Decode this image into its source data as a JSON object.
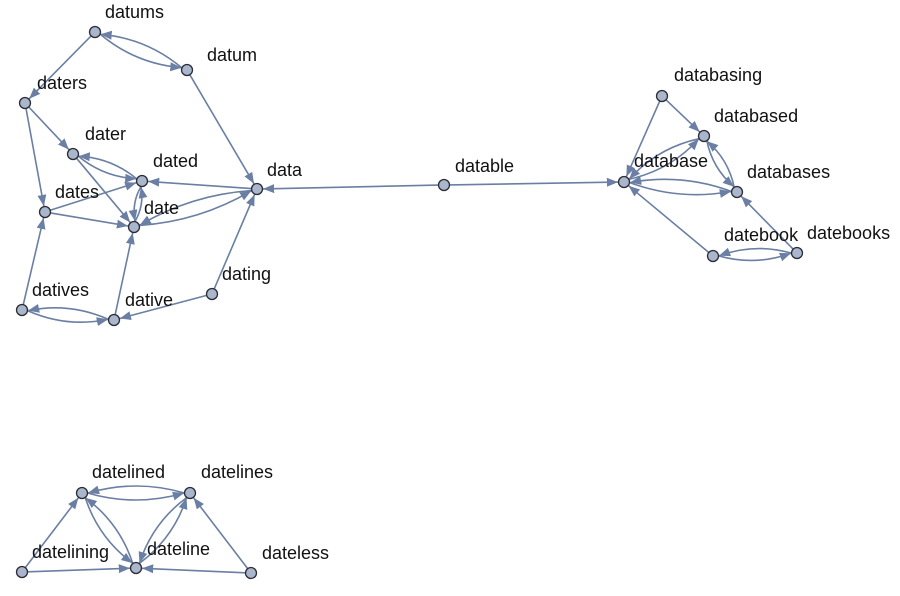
{
  "colors": {
    "edge": "#6a7fa3",
    "node_fill": "#a9b6cc",
    "node_stroke": "#2b2b33",
    "label": "#111111"
  },
  "nodes": [
    {
      "id": "datums",
      "label": "datums"
    },
    {
      "id": "datum",
      "label": "datum"
    },
    {
      "id": "daters",
      "label": "daters"
    },
    {
      "id": "dater",
      "label": "dater"
    },
    {
      "id": "dated",
      "label": "dated"
    },
    {
      "id": "data",
      "label": "data"
    },
    {
      "id": "dates",
      "label": "dates"
    },
    {
      "id": "date",
      "label": "date"
    },
    {
      "id": "dating",
      "label": "dating"
    },
    {
      "id": "datives",
      "label": "datives"
    },
    {
      "id": "dative",
      "label": "dative"
    },
    {
      "id": "datable",
      "label": "datable"
    },
    {
      "id": "databasing",
      "label": "databasing"
    },
    {
      "id": "databased",
      "label": "databased"
    },
    {
      "id": "database",
      "label": "database"
    },
    {
      "id": "databases",
      "label": "databases"
    },
    {
      "id": "datebook",
      "label": "datebook"
    },
    {
      "id": "datebooks",
      "label": "datebooks"
    },
    {
      "id": "datelined",
      "label": "datelined"
    },
    {
      "id": "datelines",
      "label": "datelines"
    },
    {
      "id": "datelining",
      "label": "datelining"
    },
    {
      "id": "dateline",
      "label": "dateline"
    },
    {
      "id": "dateless",
      "label": "dateless"
    }
  ],
  "edges": [
    {
      "from": "datums",
      "to": "datum"
    },
    {
      "from": "datum",
      "to": "datums"
    },
    {
      "from": "datums",
      "to": "daters"
    },
    {
      "from": "datum",
      "to": "data"
    },
    {
      "from": "daters",
      "to": "dater"
    },
    {
      "from": "daters",
      "to": "dates"
    },
    {
      "from": "dater",
      "to": "dated"
    },
    {
      "from": "dated",
      "to": "dater"
    },
    {
      "from": "dater",
      "to": "date"
    },
    {
      "from": "data",
      "to": "dated"
    },
    {
      "from": "date",
      "to": "dated"
    },
    {
      "from": "dated",
      "to": "date"
    },
    {
      "from": "dates",
      "to": "dated"
    },
    {
      "from": "dates",
      "to": "date"
    },
    {
      "from": "data",
      "to": "date"
    },
    {
      "from": "date",
      "to": "data"
    },
    {
      "from": "datives",
      "to": "dates"
    },
    {
      "from": "datives",
      "to": "dative"
    },
    {
      "from": "dative",
      "to": "datives"
    },
    {
      "from": "dative",
      "to": "date"
    },
    {
      "from": "dating",
      "to": "dative"
    },
    {
      "from": "dating",
      "to": "data"
    },
    {
      "from": "datable",
      "to": "data"
    },
    {
      "from": "datable",
      "to": "database"
    },
    {
      "from": "databasing",
      "to": "databased"
    },
    {
      "from": "databasing",
      "to": "database"
    },
    {
      "from": "database",
      "to": "databased"
    },
    {
      "from": "databased",
      "to": "database"
    },
    {
      "from": "databased",
      "to": "databases"
    },
    {
      "from": "databases",
      "to": "databased"
    },
    {
      "from": "database",
      "to": "databases"
    },
    {
      "from": "databases",
      "to": "database"
    },
    {
      "from": "datebook",
      "to": "database"
    },
    {
      "from": "datebook",
      "to": "datebooks"
    },
    {
      "from": "datebooks",
      "to": "datebook"
    },
    {
      "from": "datebooks",
      "to": "databases"
    },
    {
      "from": "datelined",
      "to": "datelines"
    },
    {
      "from": "datelines",
      "to": "datelined"
    },
    {
      "from": "datelining",
      "to": "datelined"
    },
    {
      "from": "datelining",
      "to": "dateline"
    },
    {
      "from": "dateline",
      "to": "datelined"
    },
    {
      "from": "datelined",
      "to": "dateline"
    },
    {
      "from": "dateline",
      "to": "datelines"
    },
    {
      "from": "datelines",
      "to": "dateline"
    },
    {
      "from": "dateless",
      "to": "dateline"
    },
    {
      "from": "dateless",
      "to": "datelines"
    }
  ]
}
